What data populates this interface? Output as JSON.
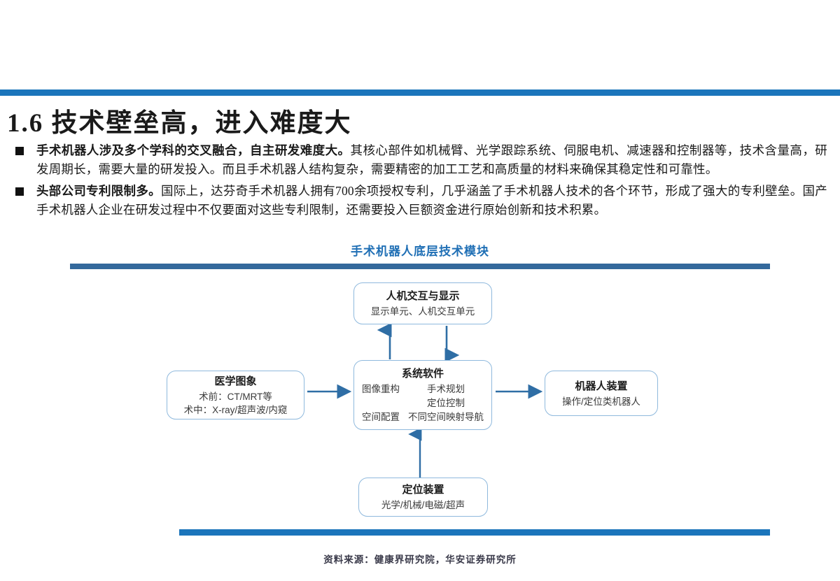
{
  "slide": {
    "title": "1.6 技术壁垒高，进入难度大",
    "accent_color": "#1b75bb",
    "rule_color": "#34699c"
  },
  "bullets": [
    {
      "lead": "手术机器人涉及多个学科的交叉融合，自主研发难度大。",
      "body": "其核心部件如机械臂、光学跟踪系统、伺服电机、减速器和控制器等，技术含量高，研发周期长，需要大量的研发投入。而且手术机器人结构复杂，需要精密的加工工艺和高质量的材料来确保其稳定性和可靠性。"
    },
    {
      "lead": "头部公司专利限制多。",
      "body": "国际上，达芬奇手术机器人拥有700余项授权专利，几乎涵盖了手术机器人技术的各个环节，形成了强大的专利壁垒。国产手术机器人企业在研发过程中不仅要面对这些专利限制，还需要投入巨额资金进行原始创新和技术积累。"
    }
  ],
  "exhibit": {
    "title": "手术机器人底层技术模块",
    "title_color": "#1f6fb5",
    "source": "资料来源：健康界研究院，华安证券研究所"
  },
  "chart_data": {
    "type": "diagram",
    "title": "手术机器人底层技术模块",
    "nodes": [
      {
        "id": "hmi",
        "title": "人机交互与显示",
        "sub": "显示单元、人机交互单元"
      },
      {
        "id": "image",
        "title": "医学图象",
        "sub_lines": [
          "术前：CT/MRT等",
          "术中：X-ray/超声波/内窥"
        ]
      },
      {
        "id": "software",
        "title": "系统软件",
        "left_column": [
          "图像重构",
          "",
          "空间配置"
        ],
        "right_column": [
          "手术规划",
          "定位控制",
          "不同空间映射导航"
        ]
      },
      {
        "id": "robot",
        "title": "机器人装置",
        "sub": "操作/定位类机器人"
      },
      {
        "id": "locate",
        "title": "定位装置",
        "sub": "光学/机械/电磁/超声"
      }
    ],
    "edges": [
      {
        "from": "software",
        "to": "hmi",
        "direction": "up"
      },
      {
        "from": "hmi",
        "to": "software",
        "direction": "down"
      },
      {
        "from": "image",
        "to": "software",
        "direction": "right"
      },
      {
        "from": "software",
        "to": "robot",
        "direction": "right"
      },
      {
        "from": "locate",
        "to": "software",
        "direction": "up"
      }
    ],
    "edge_color": "#2f6ea5",
    "node_border_color": "#8fb9dd"
  }
}
